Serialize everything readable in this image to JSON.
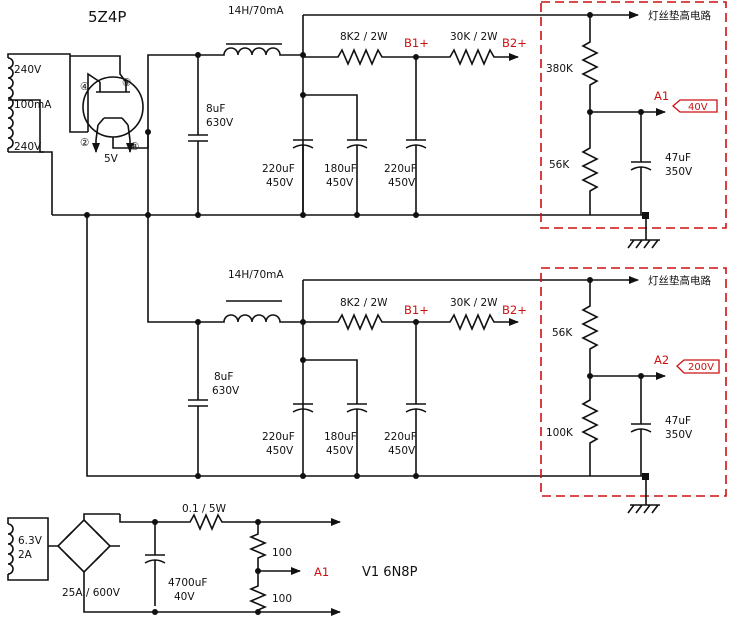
{
  "title": "5Z4P",
  "transformer_labels": [
    "240V",
    "100mA",
    "240V"
  ],
  "tube_pins": [
    "④",
    "⑥",
    "②",
    "⑧"
  ],
  "tube_voltage": "5V",
  "stage1": {
    "choke": "14H/70mA",
    "cap_in": [
      "8uF",
      "630V"
    ],
    "cap_a": [
      "220uF",
      "450V"
    ],
    "cap_b": [
      "180uF",
      "450V"
    ],
    "cap_c": [
      "220uF",
      "450V"
    ],
    "r1": "8K2 / 2W",
    "r2": "30K / 2W",
    "b1": "B1+",
    "b2": "B2+",
    "heater_label": "灯丝垫高电路",
    "r_top": "380K",
    "r_bot": "56K",
    "cap_out": [
      "47uF",
      "350V"
    ],
    "node": "A1",
    "tag": "40V"
  },
  "stage2": {
    "choke": "14H/70mA",
    "cap_in": [
      "8uF",
      "630V"
    ],
    "cap_a": [
      "220uF",
      "450V"
    ],
    "cap_b": [
      "180uF",
      "450V"
    ],
    "cap_c": [
      "220uF",
      "450V"
    ],
    "r1": "8K2 / 2W",
    "r2": "30K / 2W",
    "b1": "B1+",
    "b2": "B2+",
    "heater_label": "灯丝垫高电路",
    "r_top": "56K",
    "r_bot": "100K",
    "cap_out": [
      "47uF",
      "350V"
    ],
    "node": "A2",
    "tag": "200V"
  },
  "heater": {
    "transformer": [
      "6.3V",
      "2A"
    ],
    "bridge": "25A / 600V",
    "resistor": "0.1 / 5W",
    "cap": [
      "4700uF",
      "40V"
    ],
    "r_top": "100",
    "r_bot": "100",
    "node": "A1",
    "tube": "V1 6N8P"
  }
}
